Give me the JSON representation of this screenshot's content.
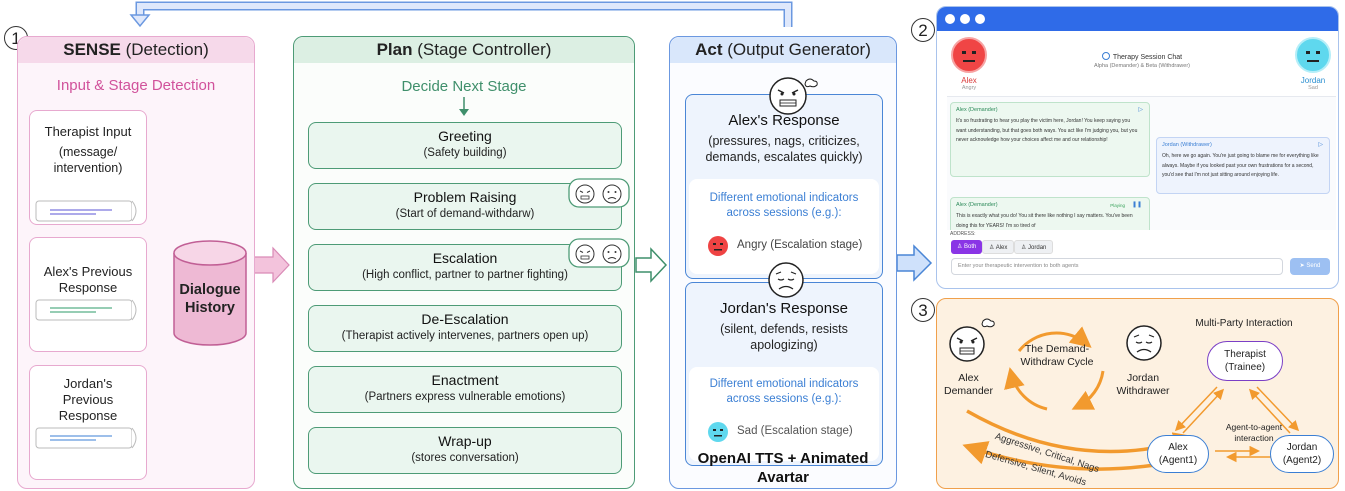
{
  "sense": {
    "number": "1",
    "title_bold": "SENSE",
    "title_rest": " (Detection)",
    "subtitle": "Input & Stage Detection",
    "therapist_input": "Therapist Input",
    "therapist_input_sub": "(message/ intervention)",
    "alex_prev": "Alex's Previous Response",
    "jordan_prev": "Jordan's Previous Response",
    "history": "Dialogue History"
  },
  "plan": {
    "title_bold": "Plan",
    "title_rest": " (Stage Controller)",
    "subtitle": "Decide Next Stage",
    "stages": [
      {
        "title": "Greeting",
        "sub": "(Safety building)"
      },
      {
        "title": "Problem Raising",
        "sub": "(Start of demand-withdarw)"
      },
      {
        "title": "Escalation",
        "sub": "(High conflict, partner to partner fighting)"
      },
      {
        "title": "De-Escalation",
        "sub": "(Therapist actively intervenes, partners open up)"
      },
      {
        "title": "Enactment",
        "sub": "(Partners express vulnerable emotions)"
      },
      {
        "title": "Wrap-up",
        "sub": "(stores conversation)"
      }
    ]
  },
  "act": {
    "title_bold": "Act",
    "title_rest": " (Output Generator)",
    "alex_title": "Alex's Response",
    "alex_desc": "(pressures, nags, criticizes, demands, escalates quickly)",
    "indicators_label": "Different emotional indicators across sessions (e.g.):",
    "alex_indicator": "Angry (Escalation stage)",
    "jordan_title": "Jordan's Response",
    "jordan_desc": "(silent, defends, resists apologizing)",
    "jordan_indicator": "Sad (Escalation stage)",
    "footer": "OpenAI TTS + Animated Avartar"
  },
  "ui": {
    "number": "2",
    "session_title": "Therapy Session Chat",
    "session_sub": "Alpha (Demander) & Beta (Withdrawer)",
    "alex_name": "Alex",
    "alex_mood": "Angry",
    "jordan_name": "Jordan",
    "jordan_mood": "Sad",
    "msg1_author": "Alex (Demander)",
    "msg1_text": "It's so frustrating to hear you play the victim here, Jordan! You keep saying you want understanding, but that goes both ways. You act like I'm judging you, but you never acknowledge how your choices affect me and our relationship!",
    "msg2_author": "Jordan (Withdrawer)",
    "msg2_text": "Oh, here we go again. You're just going to blame me for everything like always. Maybe if you looked past your own frustrations for a second, you'd see that I'm not just sitting around enjoying life.",
    "msg3_author": "Alex (Demander)",
    "msg3_status": "Playing",
    "msg3_text": "This is exactly what you do! You sit there like nothing I say matters. You've been doing this for YEARS! I'm so tired of",
    "address_label": "ADDRESS:",
    "addr_both": "Both",
    "addr_alex": "Alex",
    "addr_jordan": "Jordan",
    "input_placeholder": "Enter your therapeutic intervention to both agents",
    "send_label": "Send"
  },
  "cycle": {
    "number": "3",
    "alex_label": "Alex Demander",
    "jordan_label": "Jordan Withdrawer",
    "cycle_label": "The Demand-Withdraw Cycle",
    "arc_top": "Aggressive, Critical, Nags",
    "arc_bottom": "Defensive, Silent, Avoids",
    "multi_title": "Multi-Party Interaction",
    "therapist": "Therapist",
    "therapist_sub": "(Trainee)",
    "agent_link": "Agent-to-agent interaction",
    "alex_node": "Alex",
    "alex_node_sub": "(Agent1)",
    "jordan_node": "Jordan",
    "jordan_node_sub": "(Agent2)"
  },
  "colors": {
    "sense": "#d1529b",
    "plan": "#3f8f6b",
    "act": "#3b7fd4",
    "cycle_bg": "#fdf1e1",
    "cycle_border": "#f0a04b",
    "therapist": "#7b3fc6"
  }
}
